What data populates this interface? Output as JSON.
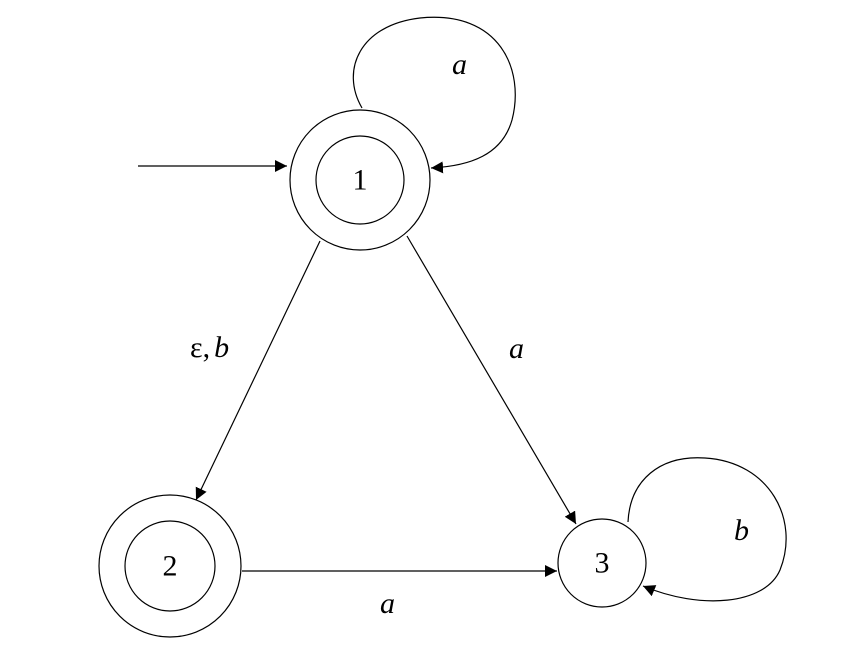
{
  "states": [
    {
      "id": "1",
      "label": "1",
      "accepting": true,
      "initial": true
    },
    {
      "id": "2",
      "label": "2",
      "accepting": true,
      "initial": false
    },
    {
      "id": "3",
      "label": "3",
      "accepting": false,
      "initial": false
    }
  ],
  "transitions": [
    {
      "from": "1",
      "to": "1",
      "label": "a"
    },
    {
      "from": "1",
      "to": "2",
      "label_epsilon": "ε,",
      "label_symbol": "b"
    },
    {
      "from": "1",
      "to": "3",
      "label": "a"
    },
    {
      "from": "2",
      "to": "3",
      "label": "a"
    },
    {
      "from": "3",
      "to": "3",
      "label": "b"
    }
  ]
}
